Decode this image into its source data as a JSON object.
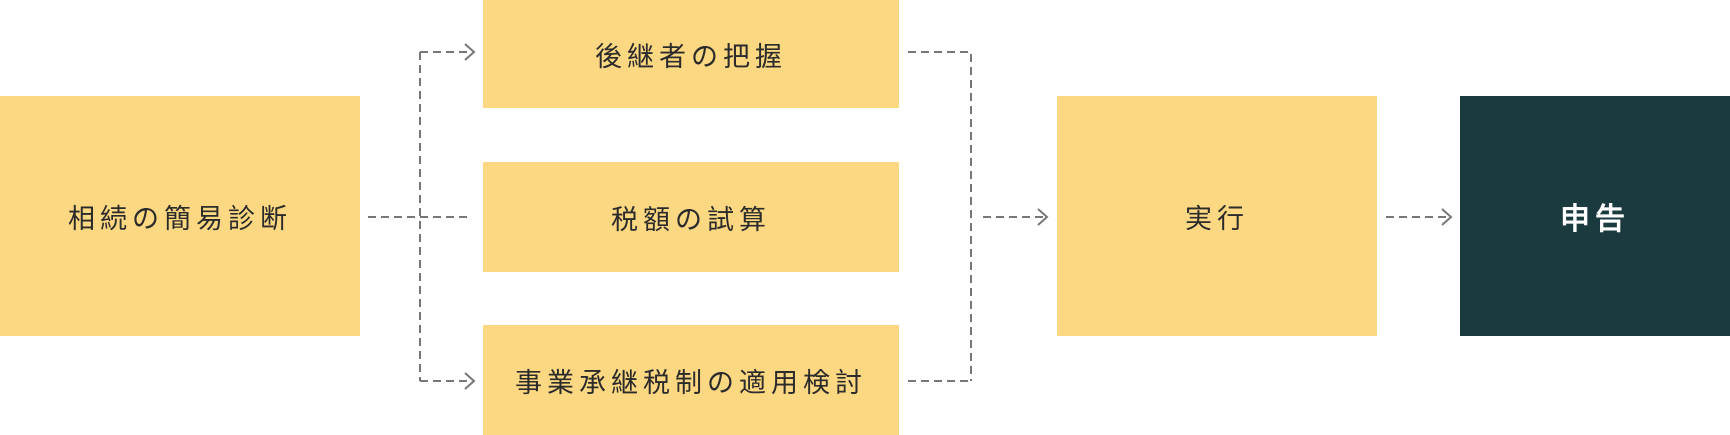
{
  "flow": {
    "diagnosis": "相続の簡易診断",
    "successor": "後継者の把握",
    "tax_estimate": "税額の試算",
    "succession_tax_system": "事業承継税制の適用検討",
    "execution": "実行",
    "filing": "申告"
  },
  "colors": {
    "step_fill": "#fdd882",
    "final_fill": "#1b3a40",
    "connector": "#777777"
  }
}
